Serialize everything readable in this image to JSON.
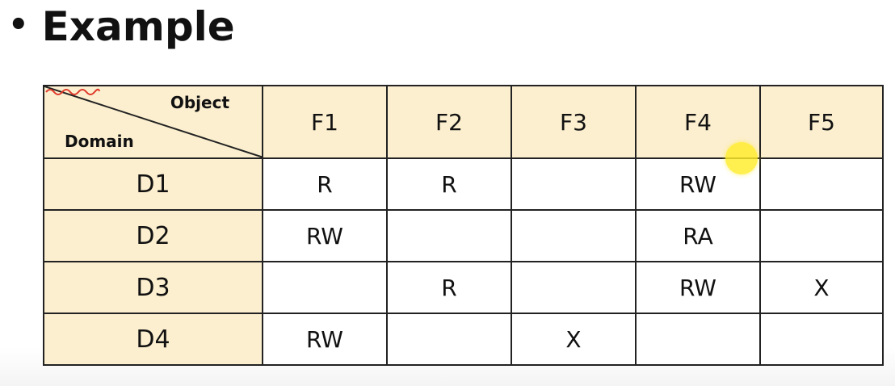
{
  "slide": {
    "bullet": "•",
    "title": "Example"
  },
  "matrix": {
    "corner": {
      "object_label": "Object",
      "domain_label": "Domain"
    },
    "columns": [
      "F1",
      "F2",
      "F3",
      "F4",
      "F5"
    ],
    "rows": [
      {
        "domain": "D1",
        "cells": [
          "R",
          "R",
          "",
          "RW",
          ""
        ]
      },
      {
        "domain": "D2",
        "cells": [
          "RW",
          "",
          "",
          "RA",
          ""
        ]
      },
      {
        "domain": "D3",
        "cells": [
          "",
          "R",
          "",
          "RW",
          "X"
        ]
      },
      {
        "domain": "D4",
        "cells": [
          "RW",
          "",
          "X",
          "",
          ""
        ]
      }
    ]
  },
  "colors": {
    "header_fill": "#fcefcf",
    "grid_line": "#222222",
    "annotation_squiggle": "#e0392b",
    "pointer_highlight": "#ffeb28"
  }
}
